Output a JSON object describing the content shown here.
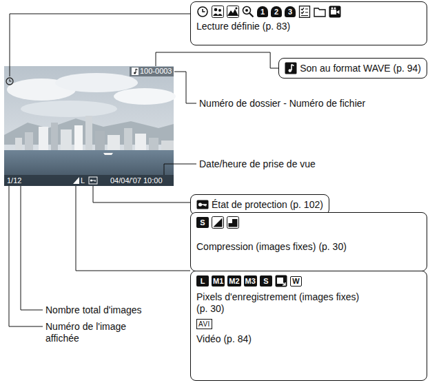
{
  "diagram": {
    "nodes": [
      {
        "text": [
          "1",
          "2",
          "3",
          "Lecture définie (p. 83)"
        ]
      },
      {
        "text": [
          "Son au format WAVE (p. 94)"
        ]
      },
      {
        "text": [
          "État de protection (p. 102)"
        ]
      },
      {
        "text": [
          "S",
          "Compression (images fixes) (p. 30)"
        ]
      },
      {
        "text": [
          "L",
          "M1",
          "M2",
          "M3",
          "S",
          "W",
          "Pixels d'enregistrement (images fixes) (p. 30)",
          "AVI",
          "Vidéo (p. 84)"
        ]
      }
    ],
    "labels": [
      "100-0003",
      "1/12",
      "L",
      "04/04/'07 10:00",
      "Numéro de dossier - Numéro de fichier",
      "Date/heure de prise de vue",
      "Nombre total d'images",
      "Numéro de l'image affichée"
    ]
  }
}
